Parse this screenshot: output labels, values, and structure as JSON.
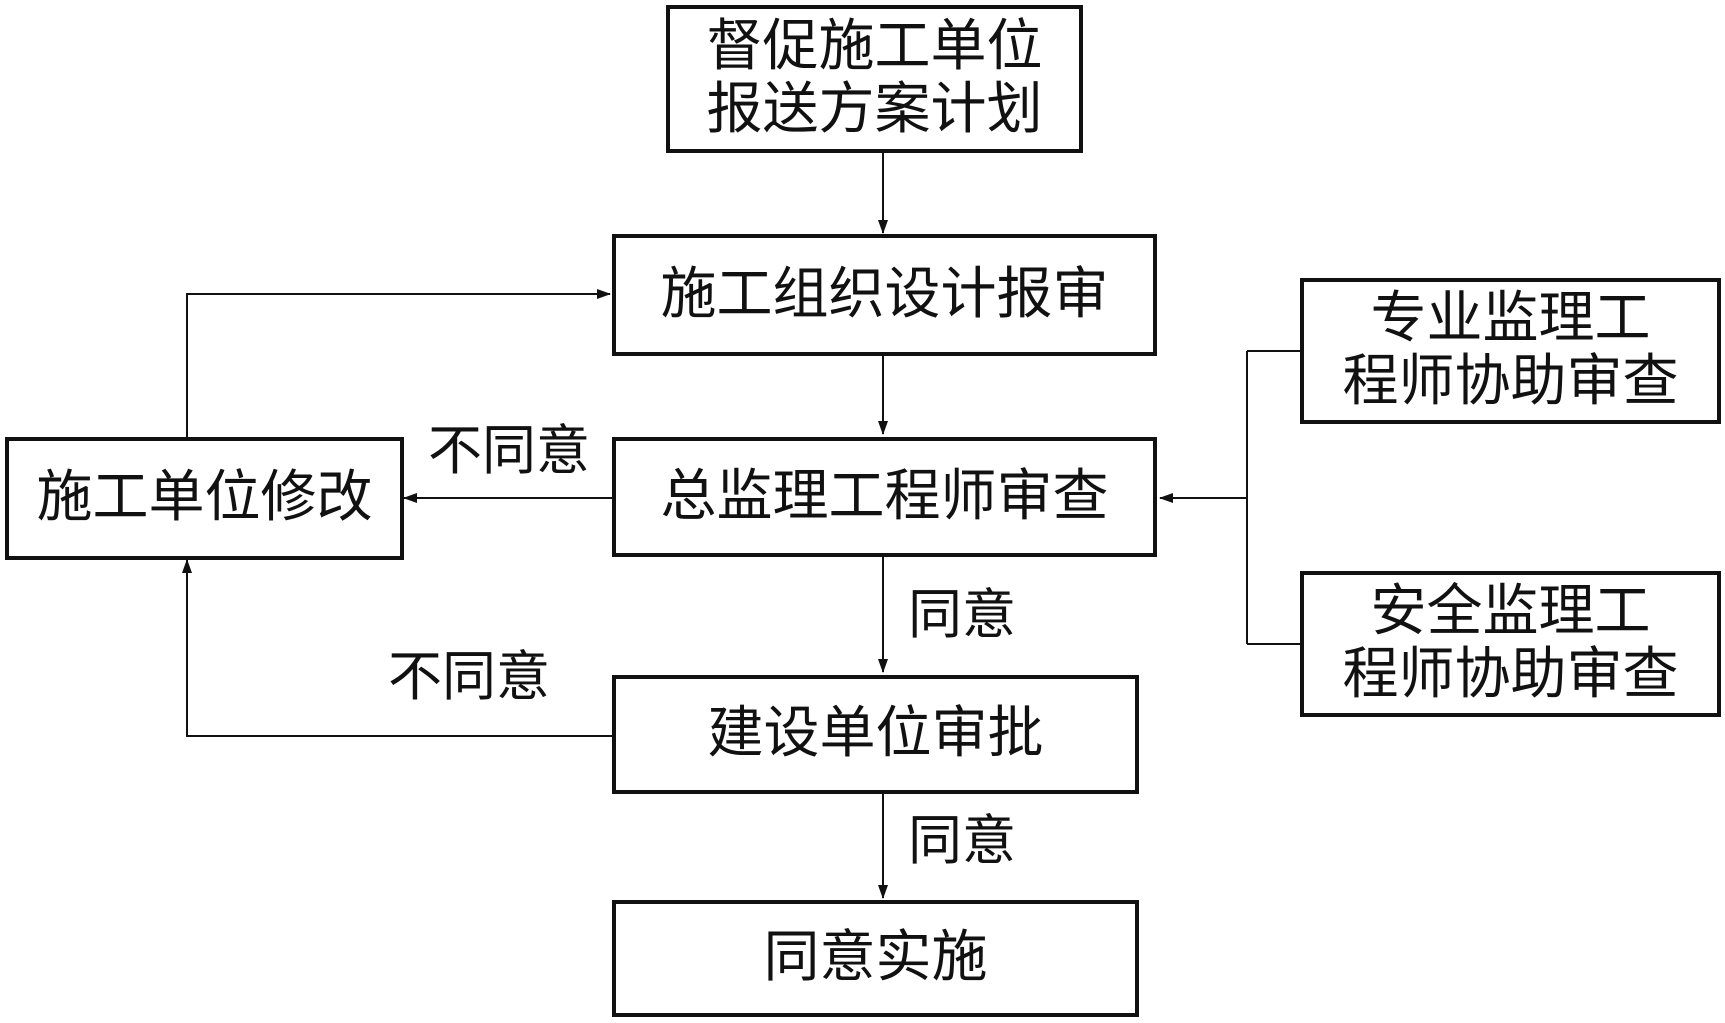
{
  "nodes": {
    "urge": {
      "lines": [
        "督促施工单位",
        "报送方案计划"
      ]
    },
    "submit": {
      "lines": [
        "施工组织设计报审"
      ]
    },
    "chief_review": {
      "lines": [
        "总监理工程师审查"
      ]
    },
    "revise": {
      "lines": [
        "施工单位修改"
      ]
    },
    "owner_approve": {
      "lines": [
        "建设单位审批"
      ]
    },
    "implement": {
      "lines": [
        "同意实施"
      ]
    },
    "specialist": {
      "lines": [
        "专业监理工",
        "程师协助审查"
      ]
    },
    "safety": {
      "lines": [
        "安全监理工",
        "程师协助审查"
      ]
    }
  },
  "edge_labels": {
    "reject_chief": "不同意",
    "reject_owner": "不同意",
    "agree_chief": "同意",
    "agree_owner": "同意"
  }
}
